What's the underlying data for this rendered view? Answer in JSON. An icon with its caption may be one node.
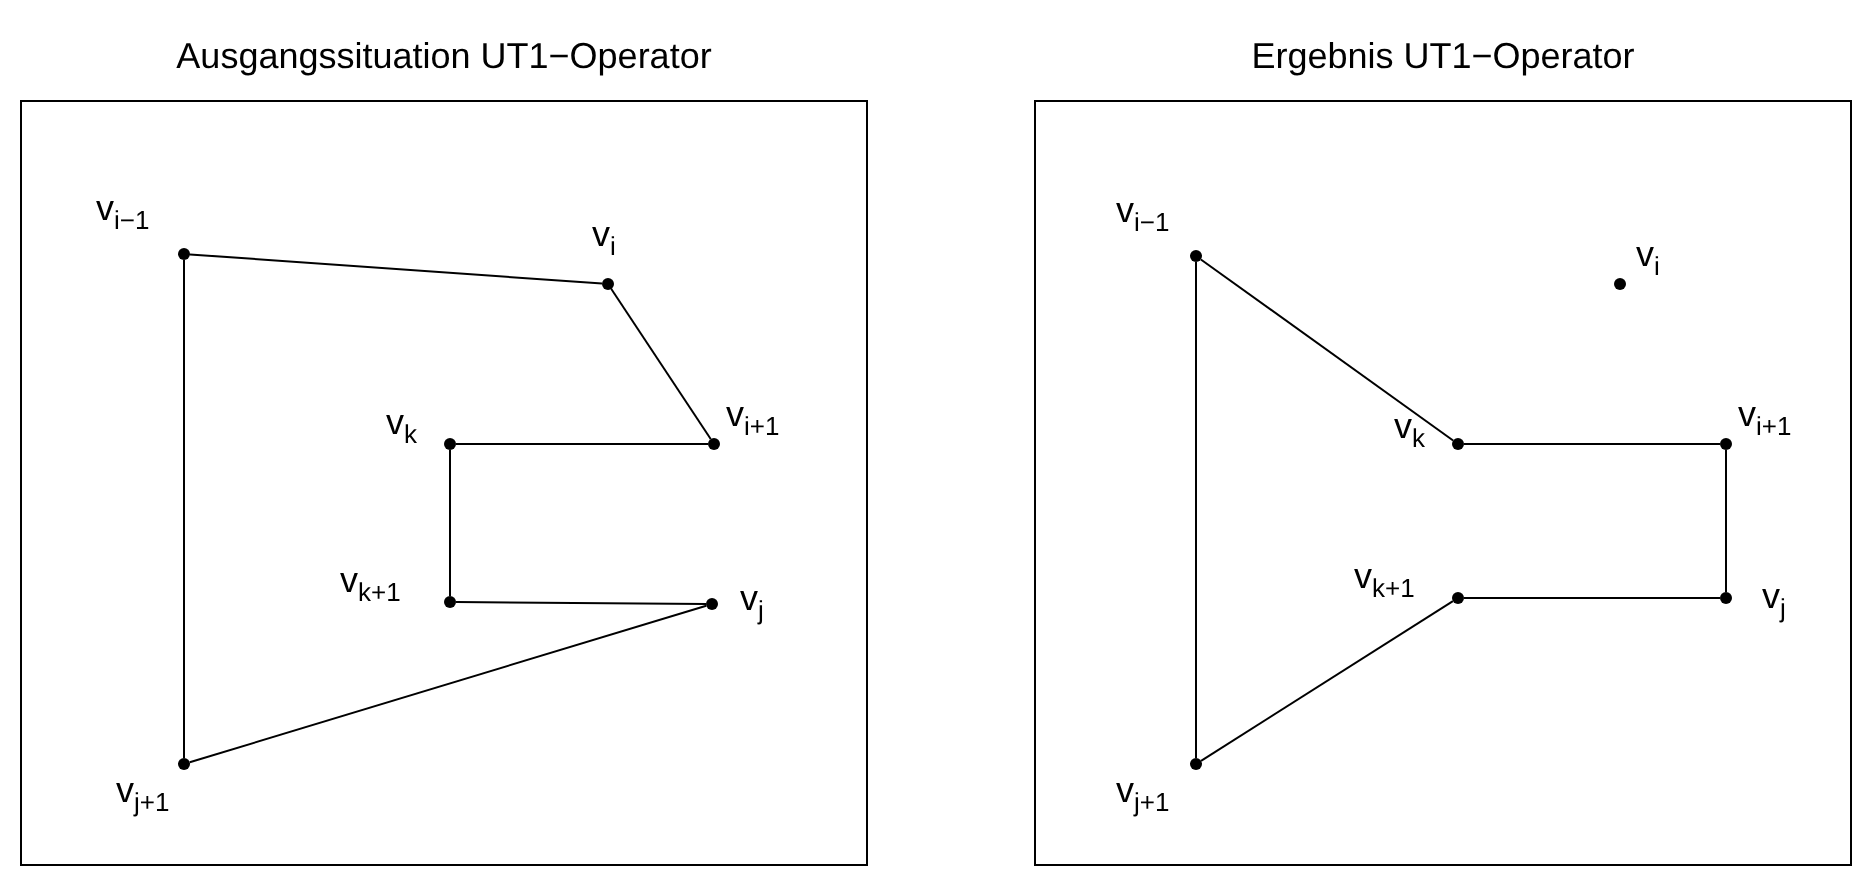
{
  "diagram": {
    "nodes": [
      {
        "text": [
          "Ausgangssituation UT1−Operator"
        ]
      },
      {
        "text": [],
        "shape": "circle",
        "in": 0,
        "beside": [
          "v$_{i−1}$"
        ]
      },
      {
        "text": [],
        "shape": "circle",
        "in": 0,
        "beside": [
          "v$_{i}$"
        ]
      },
      {
        "text": [],
        "shape": "circle",
        "in": 0,
        "beside": [
          "v$_{k}$"
        ]
      },
      {
        "text": [],
        "shape": "circle",
        "in": 0,
        "beside": [
          "v$_{i+1}$"
        ]
      },
      {
        "text": [],
        "shape": "circle",
        "in": 0,
        "beside": [
          "v$_{k+1}$"
        ]
      },
      {
        "text": [],
        "shape": "circle",
        "in": 0,
        "beside": [
          "v$_{j}$"
        ]
      },
      {
        "text": [],
        "shape": "circle",
        "in": 0,
        "beside": [
          "v$_{j+1}$"
        ]
      },
      {
        "text": [
          "Ergebnis UT1−Operator"
        ]
      },
      {
        "text": [],
        "shape": "circle",
        "in": 8,
        "beside": [
          "v$_{i−1}$"
        ]
      },
      {
        "text": [],
        "shape": "circle",
        "in": 8,
        "beside": [
          "v$_{i}$"
        ]
      },
      {
        "text": [],
        "shape": "circle",
        "in": 8,
        "beside": [
          "v$_{k}$"
        ]
      },
      {
        "text": [],
        "shape": "circle",
        "in": 8,
        "beside": [
          "v$_{i+1}$"
        ]
      },
      {
        "text": [],
        "shape": "circle",
        "in": 8,
        "beside": [
          "v$_{k+1}$"
        ]
      },
      {
        "text": [],
        "shape": "circle",
        "in": 8,
        "beside": [
          "v$_{j}$"
        ]
      },
      {
        "text": [],
        "shape": "circle",
        "in": 8,
        "beside": [
          "v$_{j+1}$"
        ]
      }
    ],
    "edges": [
      {
        "from": 1,
        "to": 2,
        "arrow": "none"
      },
      {
        "from": 2,
        "to": 4,
        "arrow": "none"
      },
      {
        "from": 4,
        "to": 3,
        "arrow": "none"
      },
      {
        "from": 3,
        "to": 5,
        "arrow": "none"
      },
      {
        "from": 5,
        "to": 6,
        "arrow": "none"
      },
      {
        "from": 6,
        "to": 7,
        "arrow": "none"
      },
      {
        "from": 7,
        "to": 1,
        "arrow": "none"
      },
      {
        "from": 9,
        "to": 11,
        "arrow": "none"
      },
      {
        "from": 11,
        "to": 12,
        "arrow": "none"
      },
      {
        "from": 12,
        "to": 14,
        "arrow": "none"
      },
      {
        "from": 14,
        "to": 13,
        "arrow": "none"
      },
      {
        "from": 13,
        "to": 15,
        "arrow": "none"
      },
      {
        "from": 15,
        "to": 9,
        "arrow": "none"
      }
    ]
  }
}
